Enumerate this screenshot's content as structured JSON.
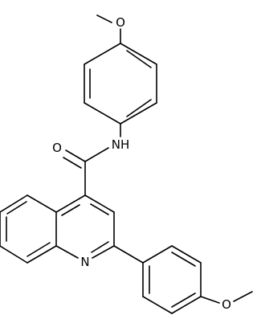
{
  "atoms": {
    "methoxy_o_top": "O",
    "nh": "NH",
    "carbonyl_o": "O",
    "quinoline_n": "N",
    "methoxy_o_bottom": "O"
  }
}
